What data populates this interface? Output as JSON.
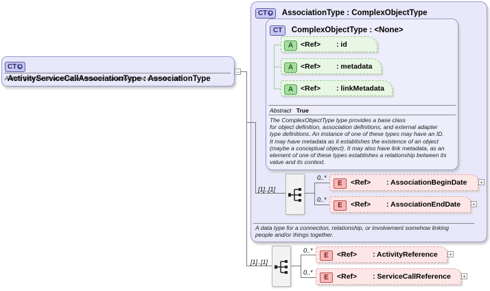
{
  "main_type": {
    "badge": "CT",
    "name": "ActivityServiceCallAssociationType",
    "base_type": "AssociationType",
    "documentation": "A data type for an association between an activity and a service call."
  },
  "association_type": {
    "badge": "CT",
    "name": "AssociationType",
    "base_type": "ComplexObjectType",
    "documentation": [
      "A data type for a connection, relationship, or involvement somehow linking",
      "people and/or things together."
    ],
    "sequence_multiplicity": "[1]..[1]",
    "elements": [
      {
        "badge": "E",
        "ref": "<Ref>",
        "name": "AssociationBeginDate",
        "multiplicity": "0..*"
      },
      {
        "badge": "E",
        "ref": "<Ref>",
        "name": "AssociationEndDate",
        "multiplicity": "0..*"
      }
    ]
  },
  "complex_object_type": {
    "badge": "CT",
    "name": "ComplexObjectType",
    "base_type": "<None>",
    "attributes": [
      {
        "badge": "A",
        "ref": "<Ref>",
        "name": "id"
      },
      {
        "badge": "A",
        "ref": "<Ref>",
        "name": "metadata"
      },
      {
        "badge": "A",
        "ref": "<Ref>",
        "name": "linkMetadata"
      }
    ],
    "abstract_label": "Abstract",
    "abstract_value": "True",
    "documentation": [
      "The ComplexObjectType type provides a base class",
      "for object definition, association definitions, and external adapter",
      "type definitions. An instance of one of these types may have an ID.",
      "It may have metadata as it establishes the existence of an object",
      "(maybe a conceptual object). It may also have link metadata, as an",
      "element of one of these types establishes a relationship between its",
      "value and its context."
    ]
  },
  "main_sequence": {
    "multiplicity": "[1]..[1]",
    "elements": [
      {
        "badge": "E",
        "ref": "<Ref>",
        "name": "ActivityReference",
        "multiplicity": "0..*"
      },
      {
        "badge": "E",
        "ref": "<Ref>",
        "name": "ServiceCallReference",
        "multiplicity": "0..*"
      }
    ]
  },
  "colors": {
    "ct_fill": "#e8e8fa",
    "attribute_fill": "#e8f7e4",
    "element_fill": "#fde6e6"
  }
}
